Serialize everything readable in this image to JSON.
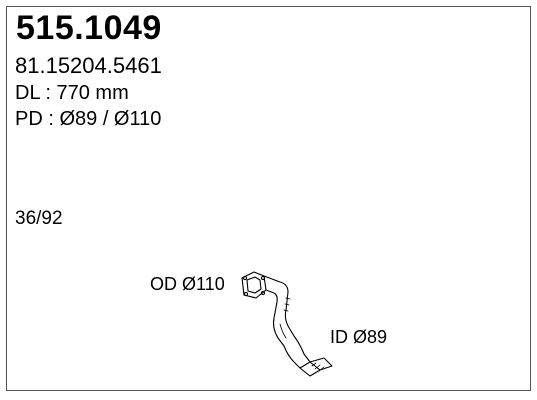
{
  "part": {
    "number": "515.1049",
    "reference": "81.15204.5461"
  },
  "specs": {
    "dl": "DL : 770 mm",
    "pd": "PD : Ø89 / Ø110"
  },
  "page_code": "36/92",
  "drawing": {
    "od_label": "OD Ø110",
    "id_label": "ID Ø89"
  }
}
